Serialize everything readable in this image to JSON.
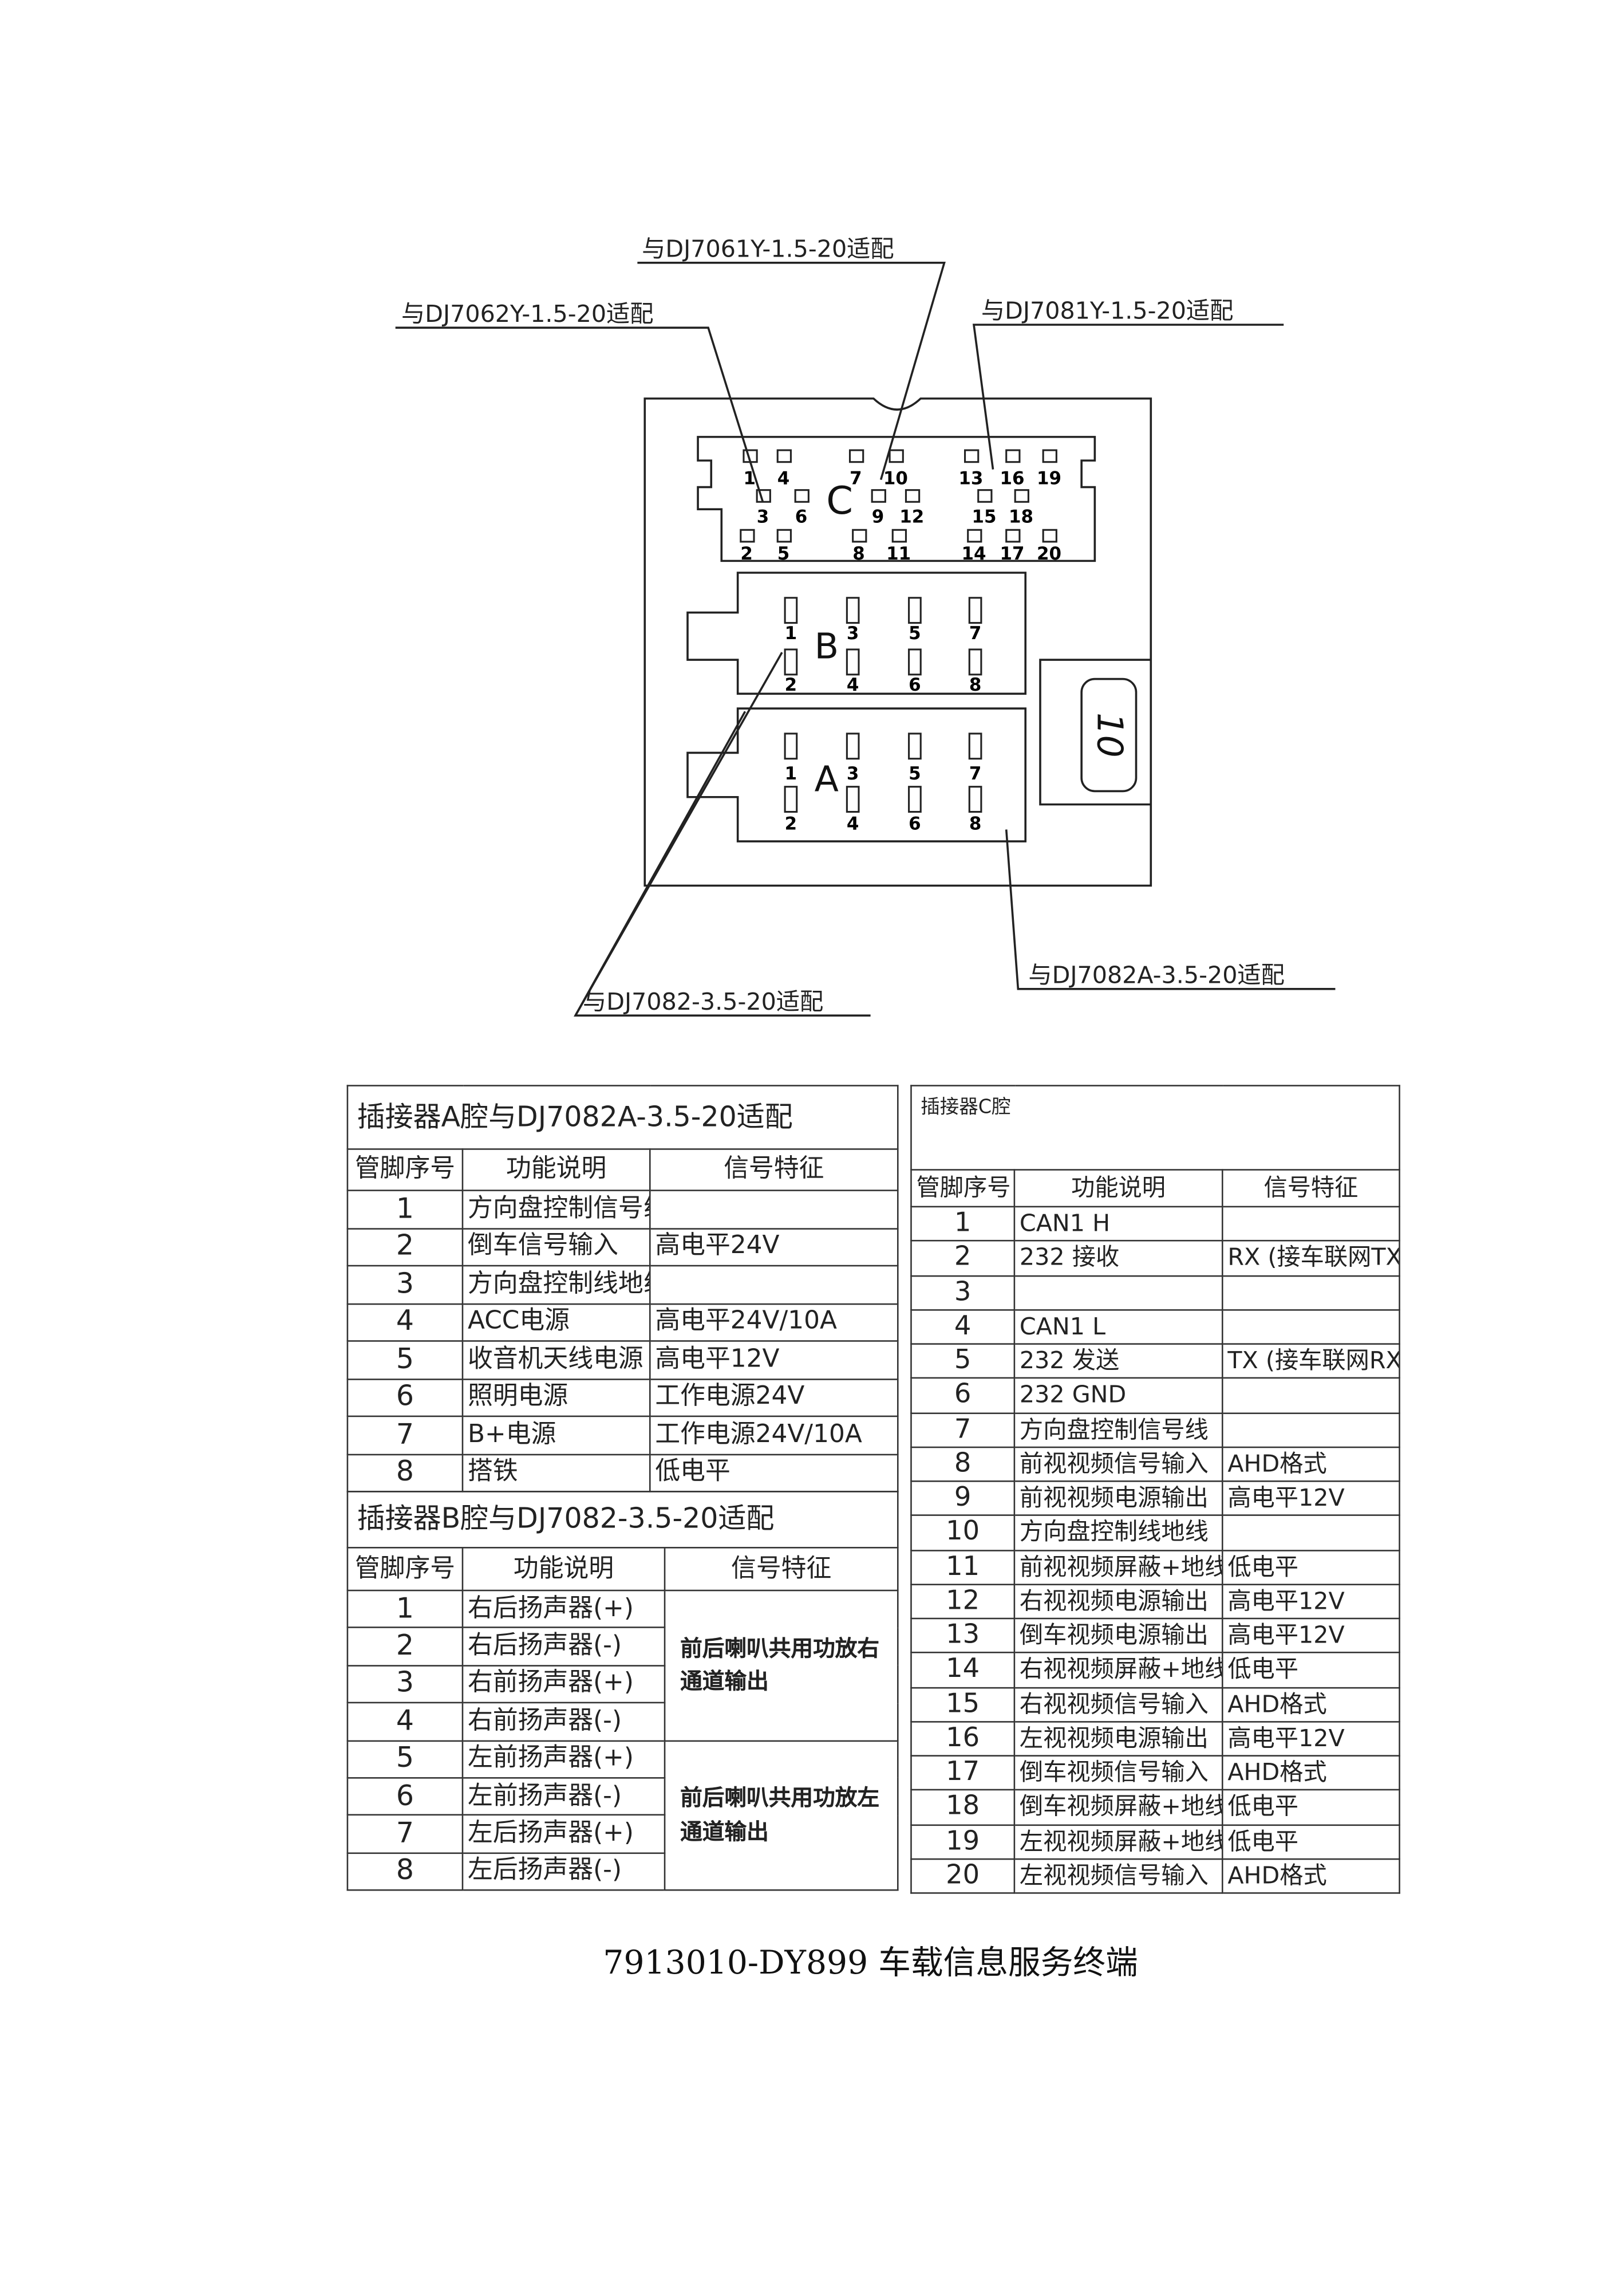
{
  "diagram": {
    "callouts": {
      "c_middle": "与DJ7061Y-1.5-20适配",
      "c_left": "与DJ7062Y-1.5-20适配",
      "c_right": "与DJ7081Y-1.5-20适配",
      "b_cavity": "与DJ7082-3.5-20适配",
      "a_cavity": "与DJ7082A-3.5-20适配"
    },
    "cavity_letters": {
      "c": "C",
      "b": "B",
      "a": "A"
    },
    "side_label": "10",
    "c_pins": {
      "row1": [
        "1",
        "4",
        "7",
        "10",
        "13",
        "16",
        "19"
      ],
      "row2": [
        "3",
        "6",
        "9",
        "12",
        "15",
        "18"
      ],
      "row3": [
        "2",
        "5",
        "8",
        "11",
        "14",
        "17",
        "20"
      ]
    },
    "ab_pins": {
      "top": [
        "1",
        "3",
        "5",
        "7"
      ],
      "bottom": [
        "2",
        "4",
        "6",
        "8"
      ]
    }
  },
  "table_a": {
    "title": "插接器A腔与DJ7082A-3.5-20适配",
    "headers": [
      "管脚序号",
      "功能说明",
      "信号特征"
    ],
    "rows": [
      [
        "1",
        "方向盘控制信号线",
        ""
      ],
      [
        "2",
        "倒车信号输入",
        "高电平24V"
      ],
      [
        "3",
        "方向盘控制线地线",
        ""
      ],
      [
        "4",
        "ACC电源",
        "高电平24V/10A"
      ],
      [
        "5",
        "收音机天线电源",
        "高电平12V"
      ],
      [
        "6",
        "照明电源",
        "工作电源24V"
      ],
      [
        "7",
        "B+电源",
        "工作电源24V/10A"
      ],
      [
        "8",
        "搭铁",
        "低电平"
      ]
    ]
  },
  "table_b": {
    "title": "插接器B腔与DJ7082-3.5-20适配",
    "headers": [
      "管脚序号",
      "功能说明",
      "信号特征"
    ],
    "rows": [
      [
        "1",
        "右后扬声器(+)"
      ],
      [
        "2",
        "右后扬声器(-)"
      ],
      [
        "3",
        "右前扬声器(+)"
      ],
      [
        "4",
        "右前扬声器(-)"
      ],
      [
        "5",
        "左前扬声器(+)"
      ],
      [
        "6",
        "左前扬声器(-)"
      ],
      [
        "7",
        "左后扬声器(+)"
      ],
      [
        "8",
        "左后扬声器(-)"
      ]
    ],
    "merged_signal": [
      "前后喇叭共用功放右通道输出",
      "前后喇叭共用功放左通道输出"
    ]
  },
  "table_c": {
    "title": "插接器C腔",
    "headers": [
      "管脚序号",
      "功能说明",
      "信号特征"
    ],
    "rows": [
      [
        "1",
        "CAN1 H",
        ""
      ],
      [
        "2",
        "232 接收",
        "RX (接车联网TX)"
      ],
      [
        "3",
        "",
        ""
      ],
      [
        "4",
        "CAN1 L",
        ""
      ],
      [
        "5",
        "232 发送",
        "TX (接车联网RX)"
      ],
      [
        "6",
        "232 GND",
        ""
      ],
      [
        "7",
        "方向盘控制信号线",
        ""
      ],
      [
        "8",
        "前视视频信号输入",
        "AHD格式"
      ],
      [
        "9",
        "前视视频电源输出",
        "高电平12V"
      ],
      [
        "10",
        "方向盘控制线地线",
        ""
      ],
      [
        "11",
        "前视视频屏蔽+地线",
        "低电平"
      ],
      [
        "12",
        "右视视频电源输出",
        "高电平12V"
      ],
      [
        "13",
        "倒车视频电源输出",
        "高电平12V"
      ],
      [
        "14",
        "右视视频屏蔽+地线",
        "低电平"
      ],
      [
        "15",
        "右视视频信号输入",
        "AHD格式"
      ],
      [
        "16",
        "左视视频电源输出",
        "高电平12V"
      ],
      [
        "17",
        "倒车视频信号输入",
        "AHD格式"
      ],
      [
        "18",
        "倒车视频屏蔽+地线",
        "低电平"
      ],
      [
        "19",
        "左视视频屏蔽+地线",
        "低电平"
      ],
      [
        "20",
        "左视视频信号输入",
        "AHD格式"
      ]
    ]
  },
  "caption": "7913010-DY899 车载信息服务终端"
}
